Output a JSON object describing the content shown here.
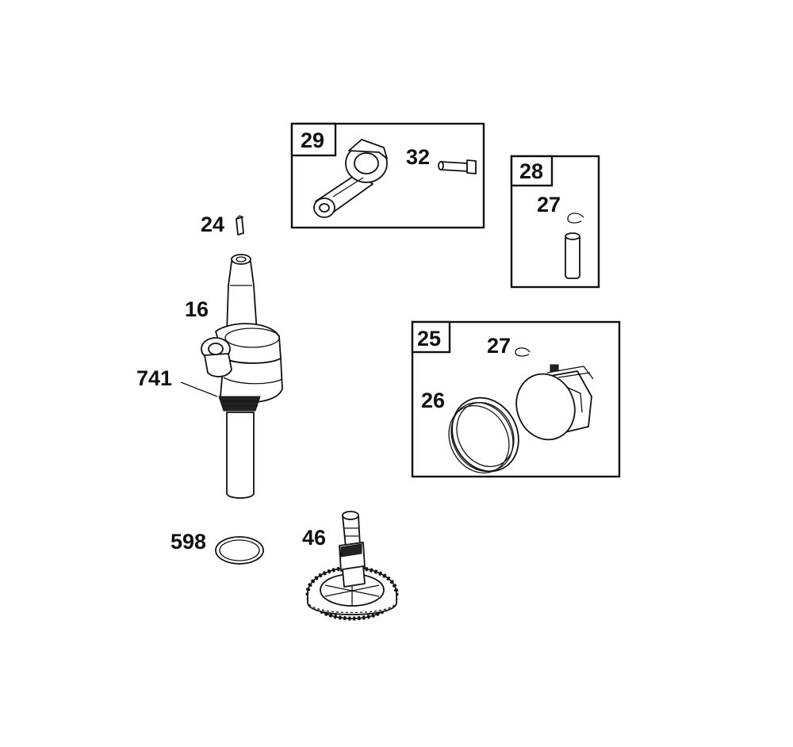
{
  "callouts": {
    "c24": "24",
    "c16": "16",
    "c741": "741",
    "c598": "598",
    "c46": "46",
    "c29": "29",
    "c32": "32",
    "c28": "28",
    "c27a": "27",
    "c25": "25",
    "c27b": "27",
    "c26": "26"
  }
}
